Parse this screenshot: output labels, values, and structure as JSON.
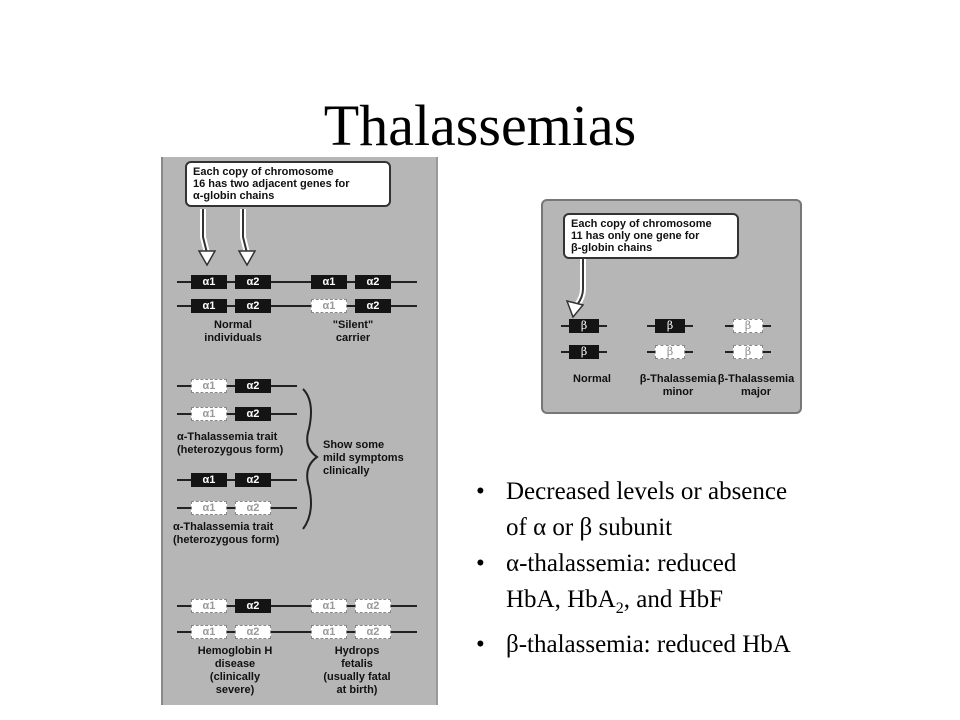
{
  "title": "Thalassemias",
  "alpha_panel": {
    "callout": "Each copy of chromosome\n16 has two adjacent genes for\nα-globin chains",
    "rows": [
      {
        "name": "normal-row-1",
        "genes": [
          {
            "label": "α1",
            "on": true
          },
          {
            "label": "α2",
            "on": true
          }
        ]
      },
      {
        "name": "normal-row-2",
        "genes": [
          {
            "label": "α1",
            "on": true
          },
          {
            "label": "α2",
            "on": true
          }
        ]
      },
      {
        "name": "silent-row-1",
        "genes": [
          {
            "label": "α1",
            "on": true
          },
          {
            "label": "α2",
            "on": true
          }
        ]
      },
      {
        "name": "silent-row-2",
        "genes": [
          {
            "label": "α1",
            "on": false
          },
          {
            "label": "α2",
            "on": true
          }
        ]
      },
      {
        "name": "trait-a-row-1",
        "genes": [
          {
            "label": "α1",
            "on": false
          },
          {
            "label": "α2",
            "on": true
          }
        ]
      },
      {
        "name": "trait-a-row-2",
        "genes": [
          {
            "label": "α1",
            "on": false
          },
          {
            "label": "α2",
            "on": true
          }
        ]
      },
      {
        "name": "trait-b-row-1",
        "genes": [
          {
            "label": "α1",
            "on": true
          },
          {
            "label": "α2",
            "on": true
          }
        ]
      },
      {
        "name": "trait-b-row-2",
        "genes": [
          {
            "label": "α1",
            "on": false
          },
          {
            "label": "α2",
            "on": false
          }
        ]
      },
      {
        "name": "hbh-row-1",
        "genes": [
          {
            "label": "α1",
            "on": false
          },
          {
            "label": "α2",
            "on": true
          }
        ]
      },
      {
        "name": "hbh-row-2",
        "genes": [
          {
            "label": "α1",
            "on": false
          },
          {
            "label": "α2",
            "on": false
          }
        ]
      },
      {
        "name": "hydrops-row-1",
        "genes": [
          {
            "label": "α1",
            "on": false
          },
          {
            "label": "α2",
            "on": false
          }
        ]
      },
      {
        "name": "hydrops-row-2",
        "genes": [
          {
            "label": "α1",
            "on": false
          },
          {
            "label": "α2",
            "on": false
          }
        ]
      }
    ],
    "captions": {
      "normal": "Normal\nindividuals",
      "silent": "\"Silent\"\ncarrier",
      "trait_1": "α-Thalassemia trait\n(heterozygous form)",
      "trait_2": "α-Thalassemia trait\n(heterozygous form)",
      "mild": "Show some\nmild symptoms\nclinically",
      "hbh": "Hemoglobin H\ndisease\n(clinically\nsevere)",
      "hydrops": "Hydrops\nfetalis\n(usually fatal\nat birth)"
    }
  },
  "beta_panel": {
    "callout": "Each copy of chromosome\n11 has only one gene for\nβ-globin chains",
    "columns": [
      {
        "name": "normal",
        "caption": "Normal",
        "genes": [
          {
            "label": "β",
            "on": true
          },
          {
            "label": "β",
            "on": true
          }
        ]
      },
      {
        "name": "minor",
        "caption": "β-Thalassemia\nminor",
        "genes": [
          {
            "label": "β",
            "on": true
          },
          {
            "label": "β",
            "on": false
          }
        ]
      },
      {
        "name": "major",
        "caption": "β-Thalassemia\nmajor",
        "genes": [
          {
            "label": "β",
            "on": false
          },
          {
            "label": "β",
            "on": false
          }
        ]
      }
    ]
  },
  "bullets": {
    "b1_line1": "Decreased levels or absence",
    "b1_line2": "of α or β subunit",
    "b2_line1": "α-thalassemia: reduced",
    "b2_line2_pre": "HbA, HbA",
    "b2_line2_sub": "2",
    "b2_line2_post": ", and HbF",
    "b3": "β-thalassemia: reduced HbA",
    "dot": "•"
  }
}
